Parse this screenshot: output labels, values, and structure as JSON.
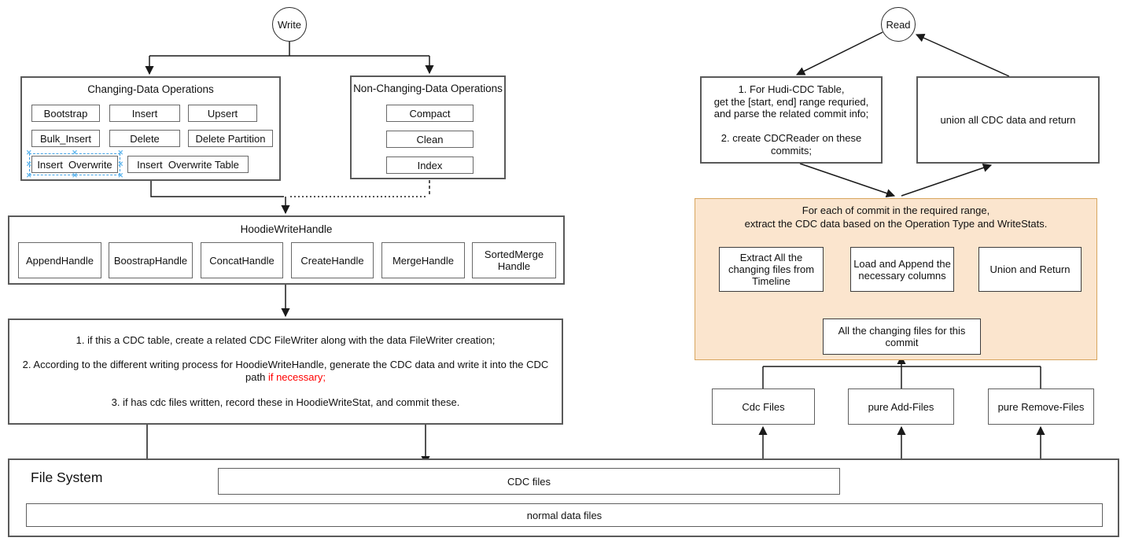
{
  "write": {
    "label": "Write",
    "changing": {
      "title": "Changing-Data Operations",
      "buttons": [
        "Bootstrap",
        "Insert",
        "Upsert",
        "Bulk_Insert",
        "Delete",
        "Delete Partition",
        "Insert  Overwrite",
        "Insert  Overwrite Table"
      ]
    },
    "nonchanging": {
      "title": "Non-Changing-Data Operations",
      "buttons": [
        "Compact",
        "Clean",
        "Index"
      ]
    },
    "hoodie": {
      "title": "HoodieWriteHandle",
      "handles": [
        "AppendHandle",
        "BoostrapHandle",
        "ConcatHandle",
        "CreateHandle",
        "MergeHandle",
        "SortedMerge Handle"
      ]
    },
    "steps": {
      "line1": "1. if this a CDC table, create a related CDC FileWriter along with the data FileWriter creation;",
      "line2": "2. According to the different writing process for HoodieWriteHandle, generate the CDC data and write it into the CDC",
      "line2_cont_prefix": "path ",
      "line2_cont_red": "if necessary;",
      "line3": "3. if has cdc files written, record these in HoodieWriteStat, and commit these."
    }
  },
  "read": {
    "label": "Read",
    "box1": {
      "lines": [
        "1. For Hudi-CDC Table,",
        "get the [start, end] range requried,",
        "and parse the related commit info;",
        "",
        "2. create CDCReader on these",
        "commits;"
      ]
    },
    "box2": "union all CDC data and return",
    "orange": {
      "title_line1": "For each of commit in the required range,",
      "title_line2": "extract the CDC data based on the Operation Type and WriteStats.",
      "extract_lines": [
        "Extract All the",
        "changing files from",
        "Timeline"
      ],
      "load_lines": [
        "Load and Append the",
        "necessary columns"
      ],
      "union_label": "Union and Return",
      "allchanging_lines": [
        "All the changing files for this",
        "commit"
      ]
    },
    "files": {
      "cdc": "Cdc Files",
      "add": "pure Add-Files",
      "remove": "pure Remove-Files"
    }
  },
  "filesystem": {
    "title": "File System",
    "cdc_bar": "CDC files",
    "normal_bar": "normal data files"
  },
  "selection": {
    "handle_glyph": "✕"
  },
  "colors": {
    "orange_fill": "#FBE5CE",
    "orange_border": "#D8A55E",
    "red_text": "#FF0000",
    "selection_blue": "#3E9FE5",
    "box_border": "#5A5A5A"
  }
}
